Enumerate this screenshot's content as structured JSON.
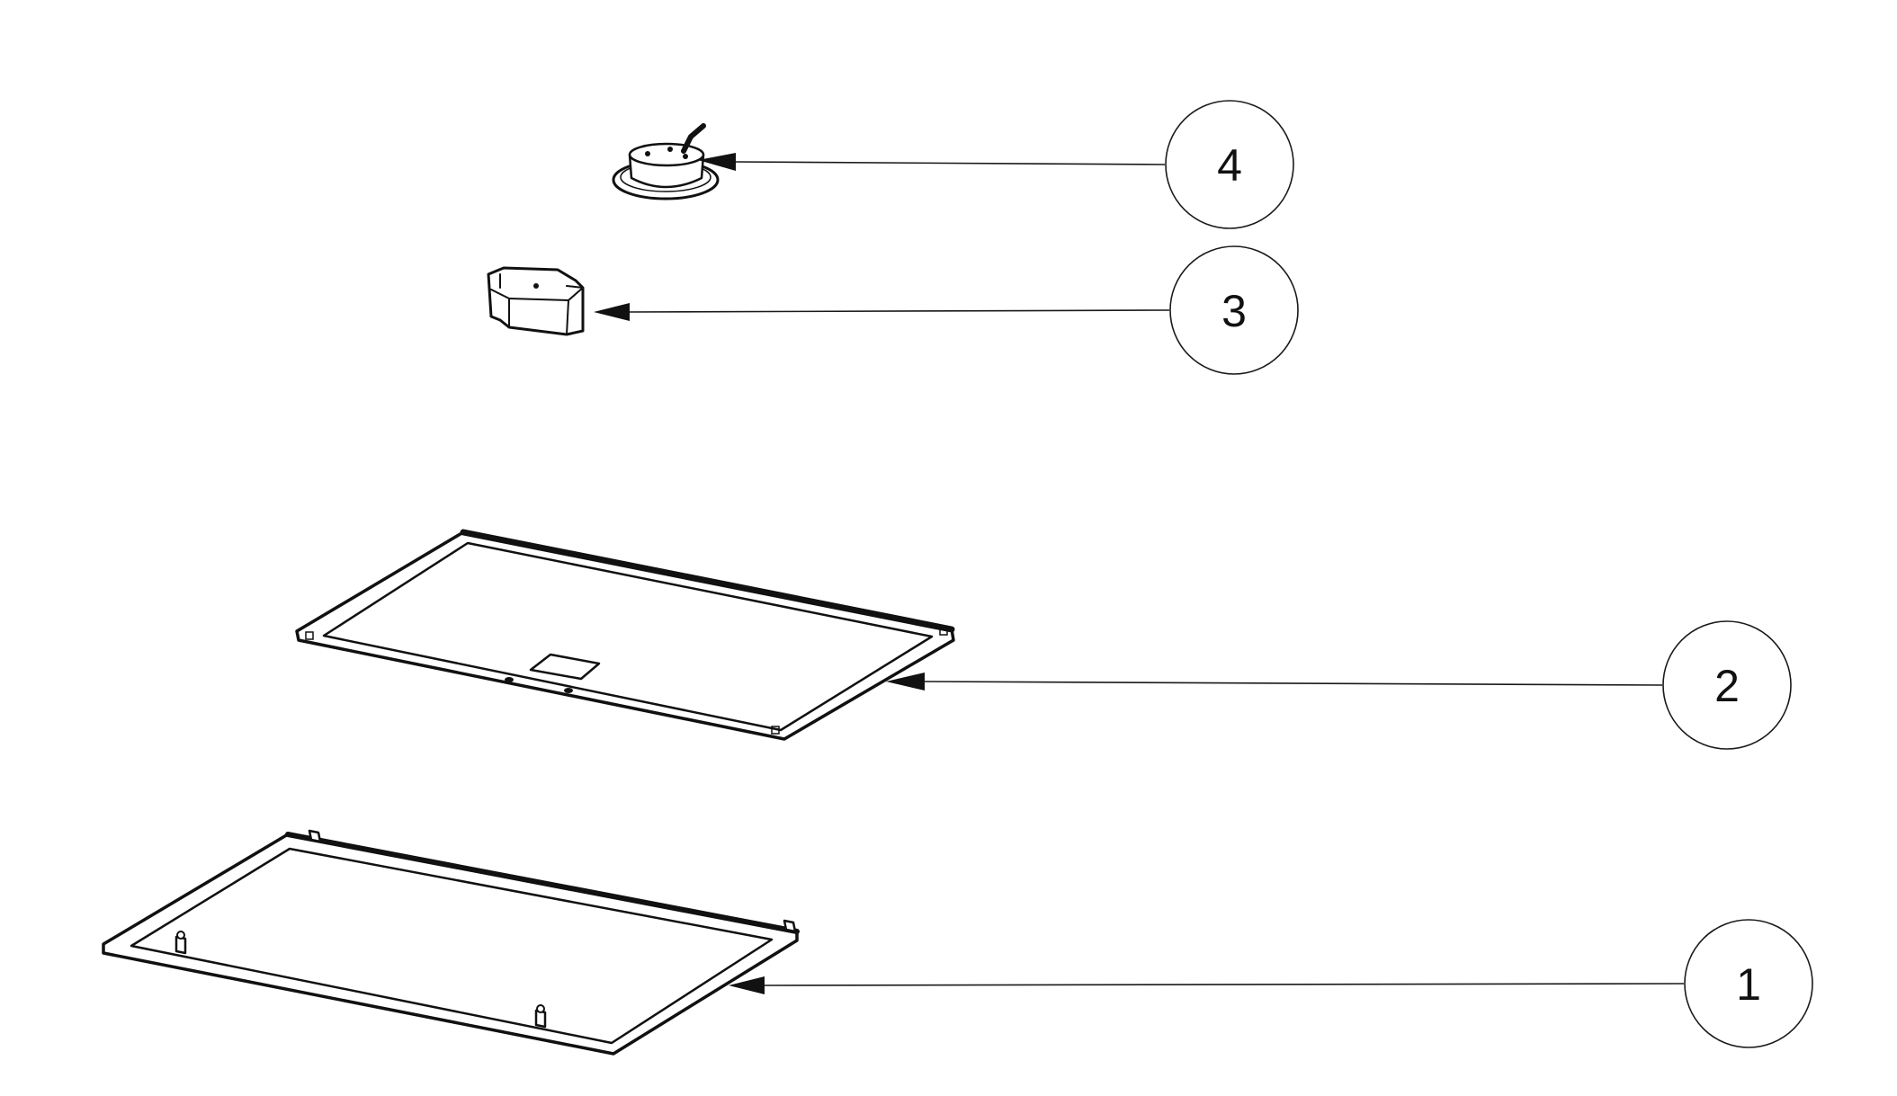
{
  "balloons": [
    {
      "id": "balloon-1",
      "label": "1"
    },
    {
      "id": "balloon-2",
      "label": "2"
    },
    {
      "id": "balloon-3",
      "label": "3"
    },
    {
      "id": "balloon-4",
      "label": "4"
    }
  ]
}
